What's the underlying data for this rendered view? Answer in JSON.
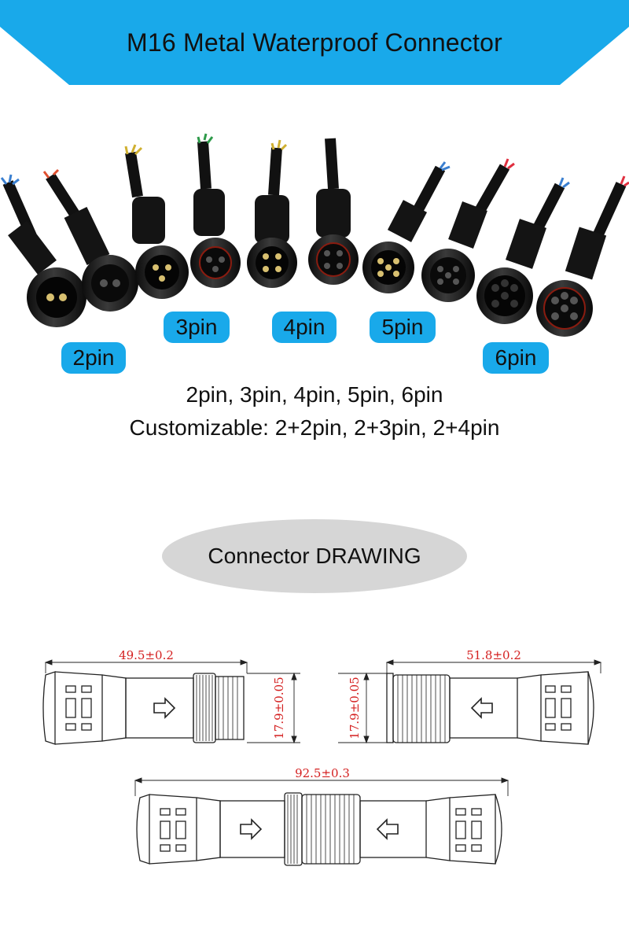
{
  "header": {
    "title": "M16 Metal Waterproof Connector",
    "color": "#19a9ea"
  },
  "pin_labels": {
    "p2": "2pin",
    "p3": "3pin",
    "p4": "4pin",
    "p5": "5pin",
    "p6": "6pin"
  },
  "summary": {
    "line1": "2pin, 3pin, 4pin, 5pin, 6pin",
    "line2": "Customizable: 2+2pin, 2+3pin, 2+4pin"
  },
  "drawing": {
    "title": "Connector DRAWING",
    "male_length": "49.5±0.2",
    "male_diameter": "17.9±0.05",
    "female_length": "51.8±0.2",
    "female_diameter": "17.9±0.05",
    "total_length": "92.5±0.3",
    "dimension_color": "#d42020"
  }
}
